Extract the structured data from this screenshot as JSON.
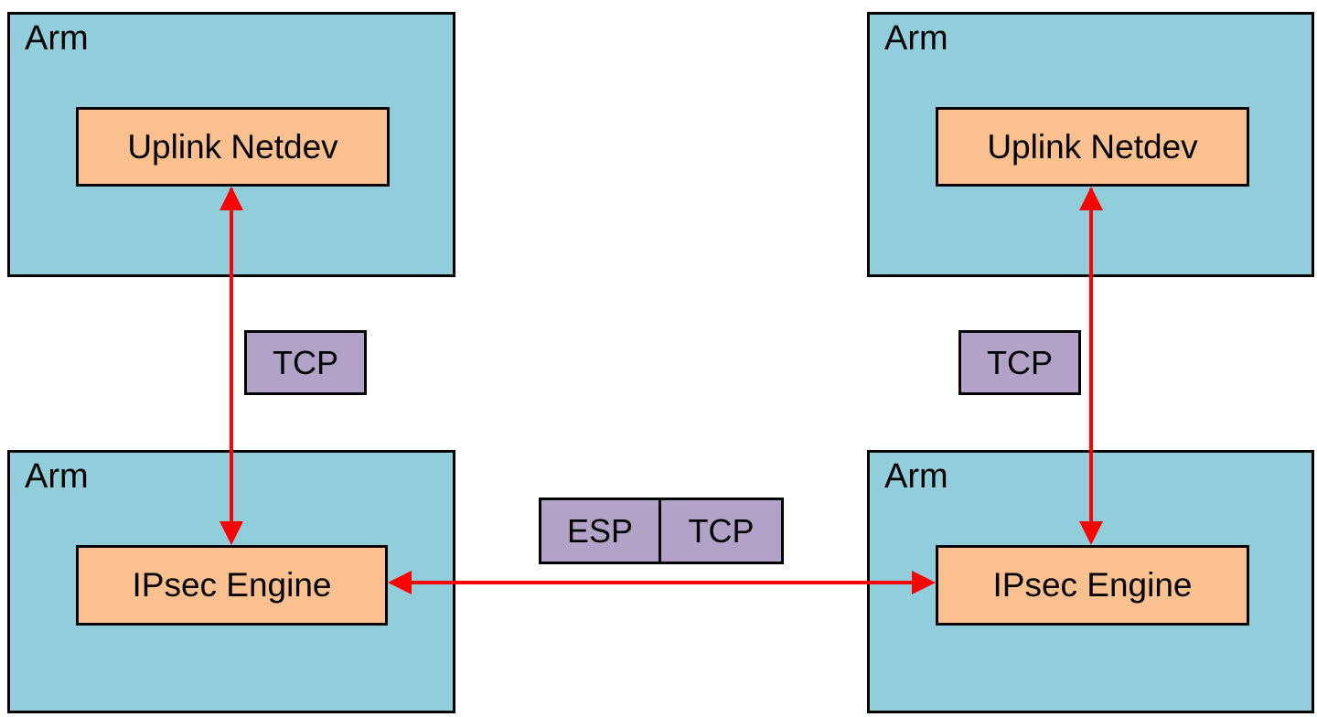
{
  "diagram": {
    "hosts": [
      {
        "label": "Arm",
        "component": {
          "label": "Uplink Netdev"
        }
      },
      {
        "label": "Arm",
        "component": {
          "label": "Uplink Netdev"
        }
      },
      {
        "label": "Arm",
        "component": {
          "label": "IPsec Engine"
        }
      },
      {
        "label": "Arm",
        "component": {
          "label": "IPsec Engine"
        }
      }
    ],
    "protocol_labels": {
      "left_vertical": "TCP",
      "right_vertical": "TCP",
      "horizontal": [
        "ESP",
        "TCP"
      ]
    },
    "colors": {
      "host_fill": "#92cddc",
      "component_fill": "#fac090",
      "protocol_fill": "#b2a2c7",
      "arrow": "#ff0000",
      "border": "#000000"
    }
  }
}
